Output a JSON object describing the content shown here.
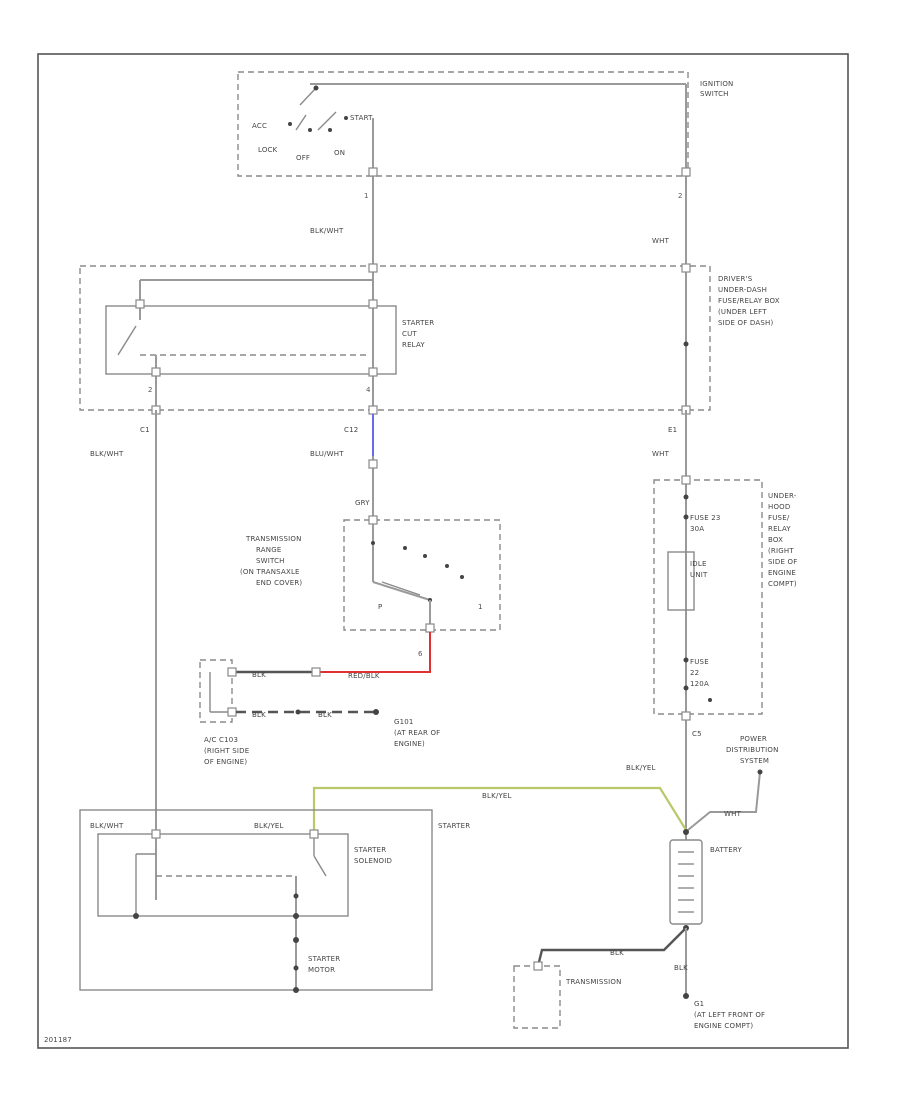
{
  "diagram": {
    "components": {
      "ignition_switch": {
        "label": [
          "IGNITION",
          "SWITCH"
        ],
        "positions": [
          "ACC",
          "LOCK",
          "OFF",
          "ON",
          "START"
        ],
        "pins": [
          "1",
          "2"
        ]
      },
      "under_dash_box": {
        "label": [
          "DRIVER'S",
          "UNDER-DASH",
          "FUSE/RELAY BOX",
          "(UNDER LEFT",
          "SIDE OF DASH)"
        ]
      },
      "starter_cut_relay": {
        "label": [
          "STARTER",
          "CUT",
          "RELAY"
        ],
        "pins": [
          "2",
          "4"
        ]
      },
      "connectors": {
        "c1": "C1",
        "c2": "C12",
        "c3": "E1",
        "c4": "C5"
      },
      "transmission_range_switch": {
        "label": [
          "TRANSMISSION",
          "RANGE",
          "SWITCH",
          "(ON TRANSAXLE",
          "END COVER)"
        ],
        "positions": [
          "P",
          "1"
        ],
        "pin": "6"
      },
      "under_hood_box": {
        "label": [
          "UNDER-",
          "HOOD",
          "FUSE/",
          "RELAY",
          "BOX",
          "(RIGHT",
          "SIDE OF",
          "ENGINE",
          "COMPT)"
        ]
      },
      "fuse_23": [
        "FUSE 23",
        "30A"
      ],
      "idle_unit": [
        "IDLE",
        "UNIT"
      ],
      "fuse_22": [
        "FUSE",
        "22",
        "120A"
      ],
      "ac_connector": [
        "A/C C103",
        "(RIGHT SIDE",
        "OF ENGINE)"
      ],
      "ground_g101": [
        "G101",
        "(AT REAR OF",
        "ENGINE)"
      ],
      "power_distribution": [
        "POWER",
        "DISTRIBUTION",
        "SYSTEM"
      ],
      "starter": "STARTER",
      "starter_solenoid": [
        "STARTER",
        "SOLENOID"
      ],
      "starter_motor": [
        "STARTER",
        "MOTOR"
      ],
      "battery": "BATTERY",
      "transmission": "TRANSMISSION",
      "ground_g1": [
        "G1",
        "(AT LEFT FRONT OF",
        "ENGINE COMPT)"
      ]
    },
    "wires": {
      "blk_wht_top": "BLK/WHT",
      "wht_top": "WHT",
      "blk_wht_left": "BLK/WHT",
      "blu_wht": "BLU/WHT",
      "wht_mid": "WHT",
      "gry": "GRY",
      "red_blk": "RED/BLK",
      "blk_1": "BLK",
      "blk_2": "BLK",
      "blk_yel_mid": "BLK/YEL",
      "blk_yel_top": "BLK/YEL",
      "blk_wht_starter": "BLK/WHT",
      "blk_yel_starter": "BLK/YEL",
      "wht_bat": "WHT",
      "blk_bat": "BLK",
      "blk_gnd": "BLK"
    },
    "footer_code": "201187",
    "colors": {
      "blue_wire": "#6a6af0",
      "red_wire": "#e03030",
      "yellow_wire": "#b8c86a"
    }
  }
}
